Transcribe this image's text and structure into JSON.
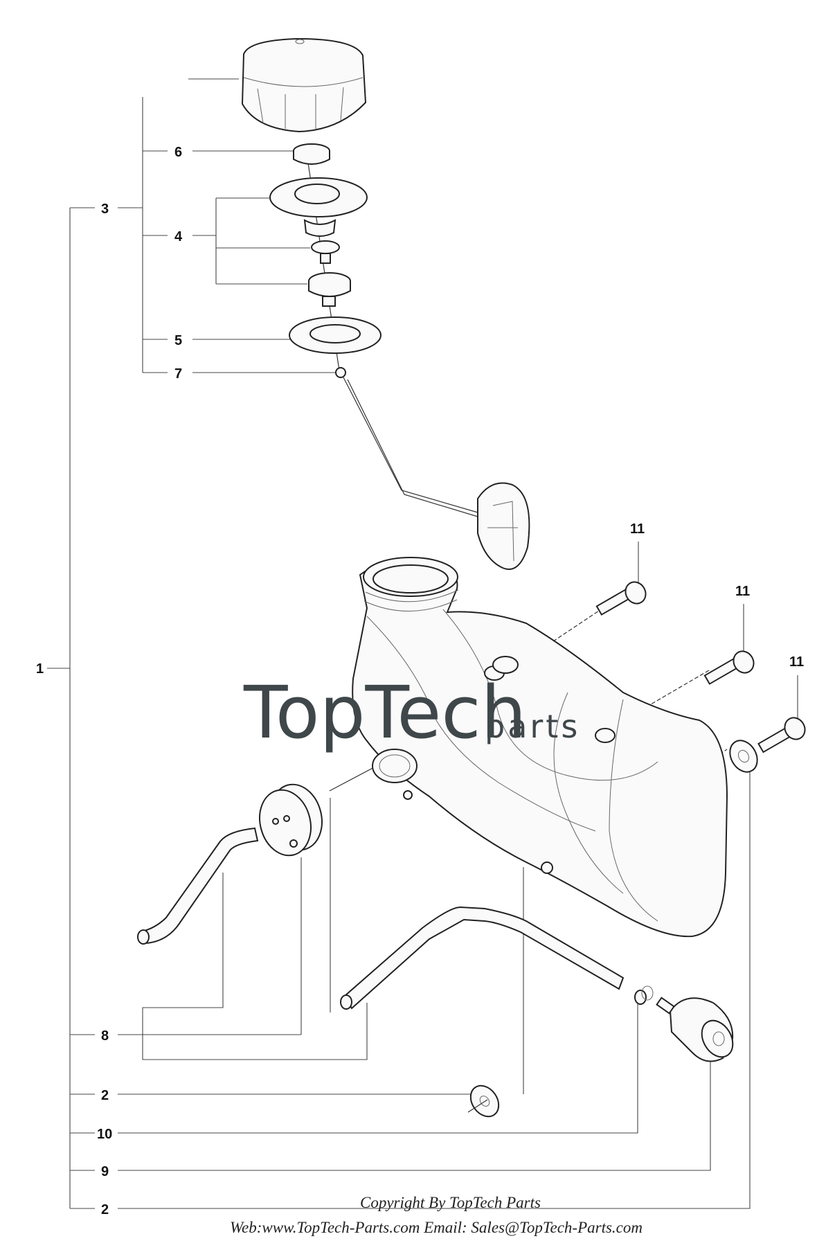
{
  "callouts": {
    "c1": "1",
    "c2a": "2",
    "c2b": "2",
    "c3": "3",
    "c4": "4",
    "c5": "5",
    "c6": "6",
    "c7": "7",
    "c8": "8",
    "c9": "9",
    "c10": "10",
    "c11a": "11",
    "c11b": "11",
    "c11c": "11"
  },
  "watermark": {
    "brand": "TopTech",
    "suffix": "parts"
  },
  "footer": {
    "copyright": "Copyright By TopTech Parts",
    "contact": "Web:www.TopTech-Parts.com  Email: Sales@TopTech-Parts.com"
  }
}
